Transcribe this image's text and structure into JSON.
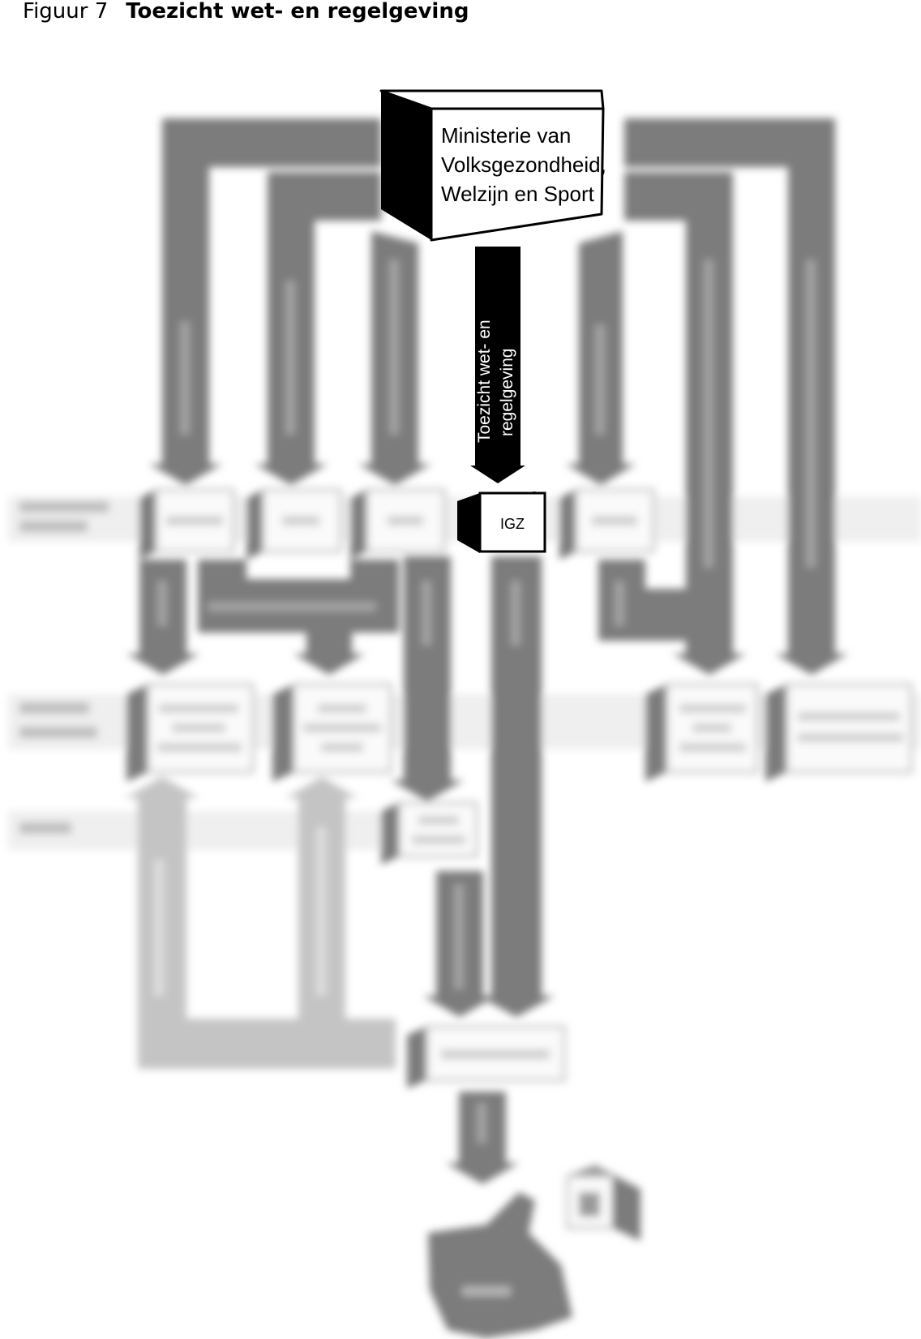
{
  "caption": {
    "number": "Figuur 7",
    "title": "Toezicht wet- en regelgeving"
  },
  "diagram": {
    "ministry": {
      "lines": [
        "Ministerie van",
        "Volksgezondheid,",
        "Welzijn en Sport"
      ]
    },
    "central_arrow": {
      "lines": [
        "Toezicht wet- en",
        "regelgeving"
      ]
    },
    "igz": "IGZ"
  },
  "colors": {
    "highlight": "#000000",
    "faded_flow": "#7b7b7b",
    "faded_flow_light": "#c4c4c4",
    "band": "#efefef"
  }
}
